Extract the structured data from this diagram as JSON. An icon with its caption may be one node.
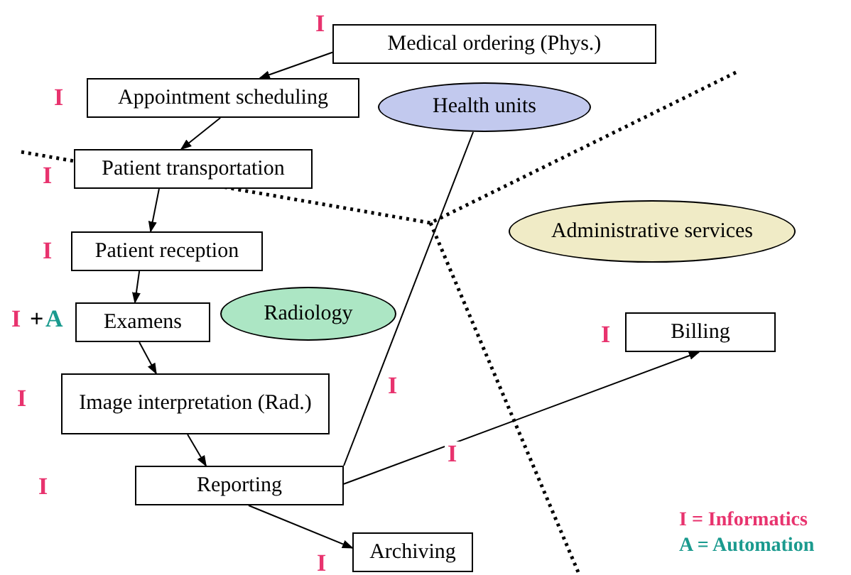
{
  "diagram": {
    "nodes": [
      {
        "text": [
          "Medical ordering (Phys.)"
        ],
        "beside": [
          "I"
        ]
      },
      {
        "text": [
          "Appointment scheduling"
        ],
        "beside": [
          "I"
        ]
      },
      {
        "text": [
          "Patient transportation"
        ],
        "beside": [
          "I"
        ]
      },
      {
        "text": [
          "Patient reception"
        ],
        "beside": [
          "I"
        ]
      },
      {
        "text": [
          "Examens"
        ],
        "beside": [
          "I",
          "+",
          "A"
        ]
      },
      {
        "text": [
          "Image interpretation (Rad.)"
        ],
        "beside": [
          "I"
        ]
      },
      {
        "text": [
          "Reporting"
        ]
      },
      {
        "text": [
          "Archiving"
        ],
        "beside": [
          "I"
        ]
      },
      {
        "text": [
          "Billing"
        ],
        "beside": [
          "I"
        ]
      },
      {
        "text": [
          "Health units"
        ]
      },
      {
        "text": [
          "Administrative services"
        ]
      },
      {
        "text": [
          "Radiology"
        ]
      }
    ],
    "edges": [
      {
        "from": 0,
        "to": 1,
        "arrow": "to"
      },
      {
        "from": 1,
        "to": 2,
        "arrow": "to"
      },
      {
        "from": 2,
        "to": 3,
        "arrow": "to"
      },
      {
        "from": 3,
        "to": 4,
        "arrow": "to"
      },
      {
        "from": 4,
        "to": 5,
        "arrow": "to"
      },
      {
        "from": 5,
        "to": 6,
        "arrow": "to"
      },
      {
        "from": 6,
        "to": 7,
        "arrow": "to"
      },
      {
        "from": 6,
        "to": 8,
        "arrow": "to",
        "label": "I"
      },
      {
        "from": 6,
        "to": 9,
        "arrow": "none",
        "label": "I"
      }
    ],
    "labels": [
      "I"
    ],
    "legend": [
      {
        "text": "I = Informatics",
        "color": "#e8336e"
      },
      {
        "text": "A = Automation",
        "color": "#1a9a8e"
      }
    ]
  }
}
